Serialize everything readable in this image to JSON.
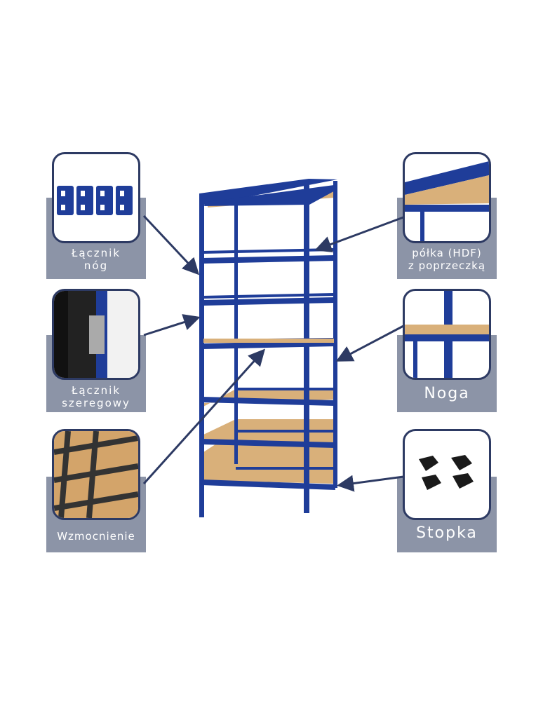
{
  "callouts": {
    "leg_connector": "Łącznik\nnóg",
    "series_connector": "Łącznik\nszeregowy",
    "reinforcement": "Wzmocnienie",
    "shelf": "półka (HDF)\nz poprzeczką",
    "leg": "Noga",
    "foot": "Stopka"
  },
  "colors": {
    "frame": "#1f3d99",
    "board": "#d9b07a",
    "panel": "#8c94a7",
    "arrow": "#2d3a63"
  }
}
